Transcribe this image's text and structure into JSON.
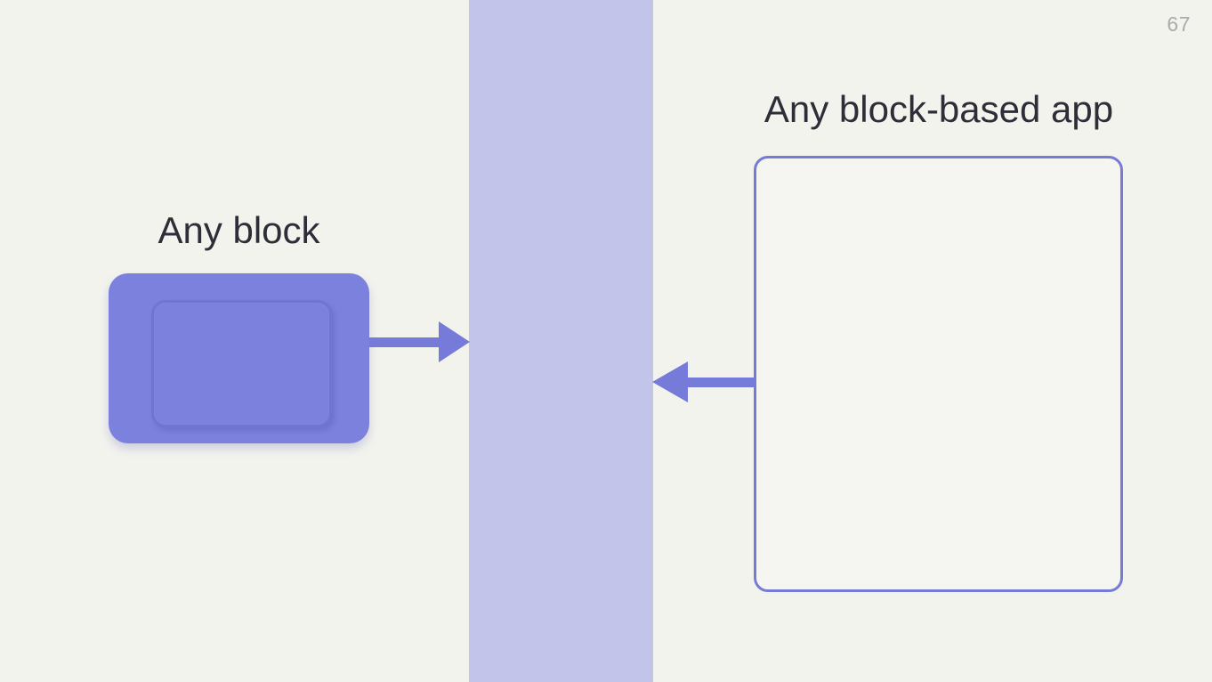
{
  "page": {
    "number": "67"
  },
  "left": {
    "title": "Any block"
  },
  "right": {
    "title": "Any block-based app"
  },
  "icons": {
    "left_arrow": "arrow-right-icon",
    "right_arrow": "arrow-left-icon"
  },
  "colors": {
    "bg": "#f2f3ed",
    "band": "#c3c4e9",
    "block": "#7c81de",
    "arrow": "#767bda",
    "outline": "#767bd6",
    "box-fill": "#f5f6f1",
    "text": "#2d2e38",
    "muted": "#a9abad"
  }
}
